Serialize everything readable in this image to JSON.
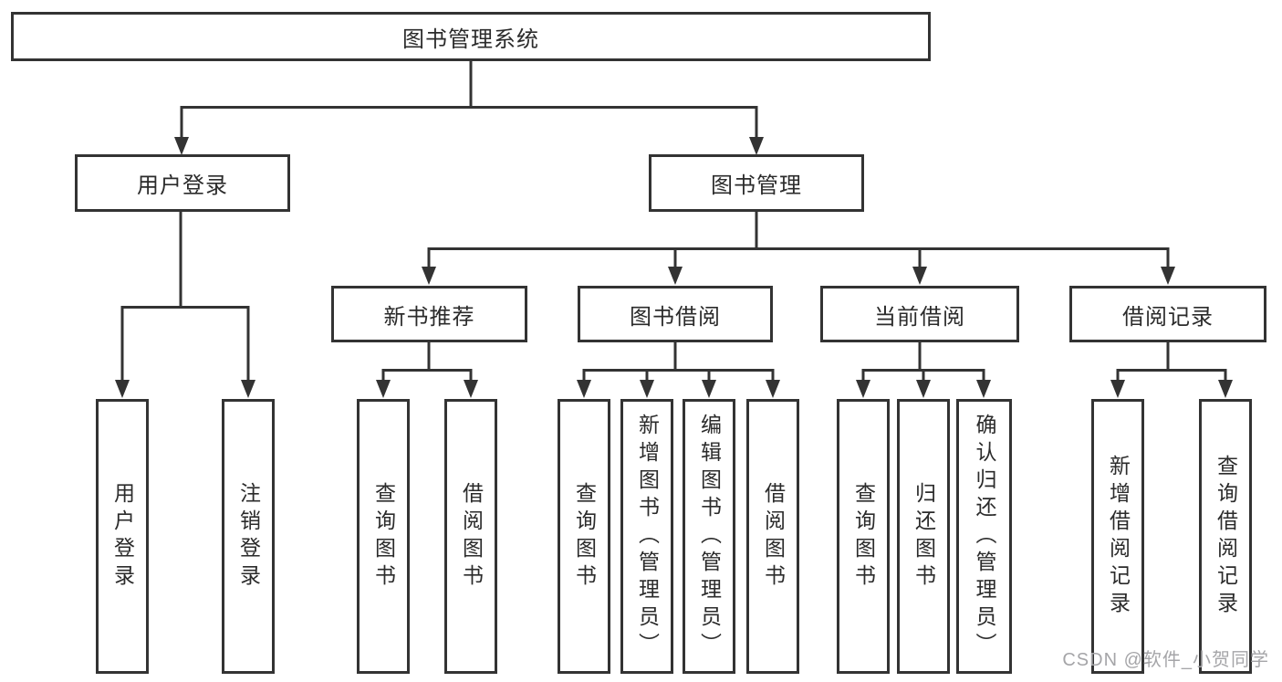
{
  "diagram": {
    "type": "hierarchy-tree",
    "tree": {
      "label": "图书管理系统",
      "children": [
        {
          "label": "用户登录",
          "children": [
            {
              "label": "用户登录"
            },
            {
              "label": "注销登录"
            }
          ]
        },
        {
          "label": "图书管理",
          "children": [
            {
              "label": "新书推荐",
              "children": [
                {
                  "label": "查询图书"
                },
                {
                  "label": "借阅图书"
                }
              ]
            },
            {
              "label": "图书借阅",
              "children": [
                {
                  "label": "查询图书"
                },
                {
                  "label": "新增图书（管理员）"
                },
                {
                  "label": "编辑图书（管理员）"
                },
                {
                  "label": "借阅图书"
                }
              ]
            },
            {
              "label": "当前借阅",
              "children": [
                {
                  "label": "查询图书"
                },
                {
                  "label": "归还图书"
                },
                {
                  "label": "确认归还（管理员）"
                }
              ]
            },
            {
              "label": "借阅记录",
              "children": [
                {
                  "label": "新增借阅记录"
                },
                {
                  "label": "查询借阅记录"
                }
              ]
            }
          ]
        }
      ]
    },
    "colors": {
      "line": "#333333",
      "box_border": "#333333",
      "box_fill": "#ffffff",
      "text": "#2b2b2b",
      "watermark": "#a5a5a8"
    }
  },
  "watermark": {
    "text": "CSDN @软件_小贺同学"
  }
}
